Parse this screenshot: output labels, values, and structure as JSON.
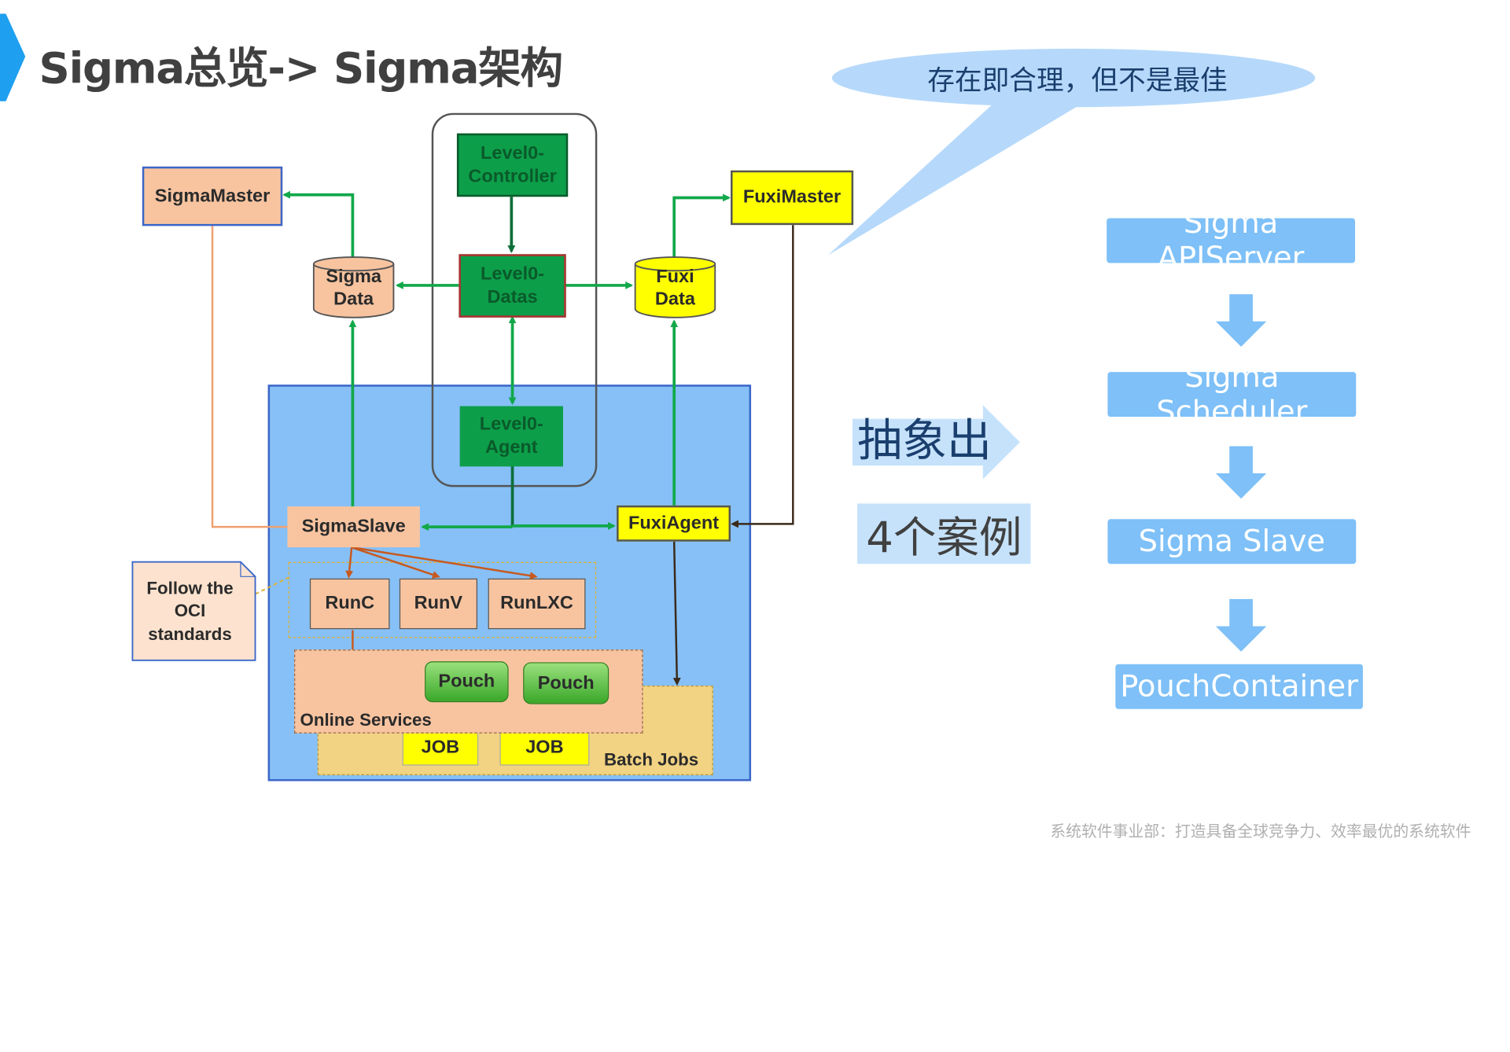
{
  "title": "Sigma总览-> Sigma架构",
  "callout": "存在即合理，但不是最佳",
  "footer": "系统软件事业部：打造具备全球竞争力、效率最优的系统软件",
  "diagram": {
    "sigma_master": "SigmaMaster",
    "fuxi_master": "FuxiMaster",
    "level0_controller": "Level0-\nController",
    "level0_datas": "Level0-\nDatas",
    "level0_agent": "Level0-\nAgent",
    "sigma_data": "Sigma\nData",
    "fuxi_data": "Fuxi\nData",
    "sigma_slave": "SigmaSlave",
    "fuxi_agent": "FuxiAgent",
    "oci_note": "Follow the\nOCI\nstandards",
    "runc": "RunC",
    "runv": "RunV",
    "runlxc": "RunLXC",
    "pouch_1": "Pouch",
    "pouch_2": "Pouch",
    "online_services": "Online Services",
    "job_1": "JOB",
    "job_2": "JOB",
    "batch_jobs": "Batch Jobs"
  },
  "abstract_label": "抽象出",
  "cases_label": "4个案例",
  "stack": [
    "Sigma APIServer",
    "Sigma Scheduler",
    "Sigma Slave",
    "PouchContainer"
  ],
  "colors": {
    "title": "#404040",
    "salmon": "#f8c4a0",
    "yellow": "#ffff00",
    "dark_green": "#0d9e4a",
    "green_arrow": "#12a84a",
    "blue_panel": "#86c0f6",
    "pill_blue": "#7ec0f7",
    "callout": "#b6d9fb"
  }
}
